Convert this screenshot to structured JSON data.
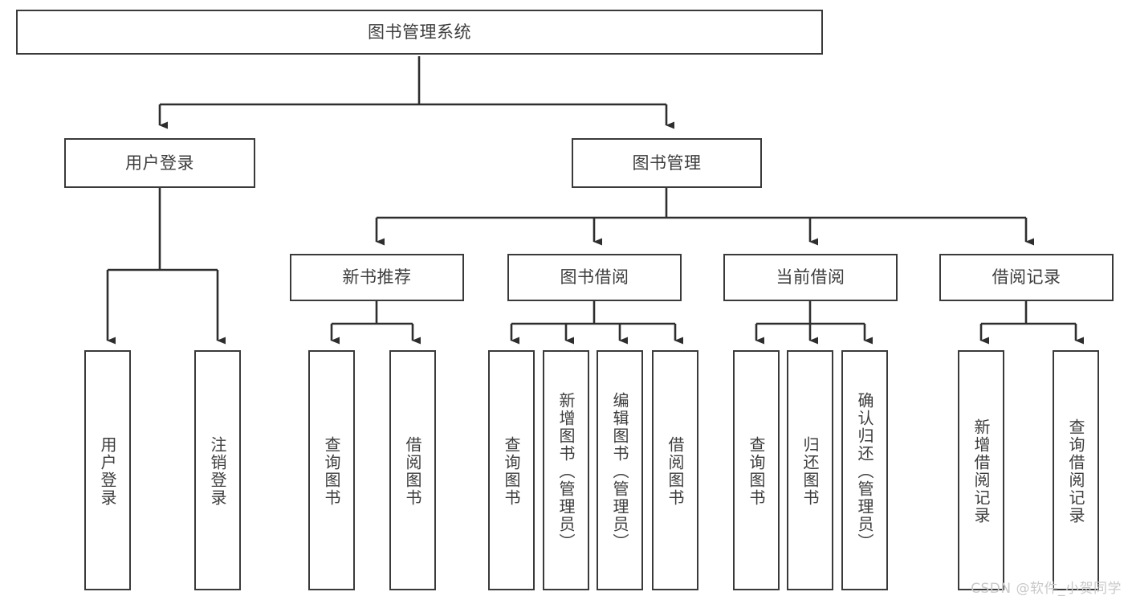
{
  "diagram": {
    "title": "图书管理系统",
    "type": "tree-hierarchy-diagram",
    "colors": {
      "box_border": "#3a3a3a",
      "box_fill": "#ffffff",
      "connector": "#2e2e2e",
      "text": "#3d3d3d",
      "watermark": "#c9c9c9",
      "background": "#ffffff"
    },
    "nodes": {
      "root": {
        "label": "图书管理系统",
        "level": 0,
        "orientation": "horizontal"
      },
      "user_login": {
        "label": "用户登录",
        "level": 1,
        "orientation": "horizontal"
      },
      "book_manage": {
        "label": "图书管理",
        "level": 1,
        "orientation": "horizontal"
      },
      "new_book_rec": {
        "label": "新书推荐",
        "level": 2,
        "orientation": "horizontal"
      },
      "book_borrow": {
        "label": "图书借阅",
        "level": 2,
        "orientation": "horizontal"
      },
      "current_borrow": {
        "label": "当前借阅",
        "level": 2,
        "orientation": "horizontal"
      },
      "borrow_record": {
        "label": "借阅记录",
        "level": 2,
        "orientation": "horizontal"
      },
      "leaf_user_login": {
        "label": "用户登录",
        "level": 3,
        "orientation": "vertical",
        "parent": "user_login"
      },
      "leaf_logout": {
        "label": "注销登录",
        "level": 3,
        "orientation": "vertical",
        "parent": "user_login"
      },
      "leaf_query_book_1": {
        "label": "查询图书",
        "level": 3,
        "orientation": "vertical",
        "parent": "new_book_rec"
      },
      "leaf_borrow_book_1": {
        "label": "借阅图书",
        "level": 3,
        "orientation": "vertical",
        "parent": "new_book_rec"
      },
      "leaf_query_book_2": {
        "label": "查询图书",
        "level": 3,
        "orientation": "vertical",
        "parent": "book_borrow"
      },
      "leaf_add_book": {
        "label": "新增图书（管理员）",
        "level": 3,
        "orientation": "vertical",
        "parent": "book_borrow"
      },
      "leaf_edit_book": {
        "label": "编辑图书（管理员）",
        "level": 3,
        "orientation": "vertical",
        "parent": "book_borrow"
      },
      "leaf_borrow_book_2": {
        "label": "借阅图书",
        "level": 3,
        "orientation": "vertical",
        "parent": "book_borrow"
      },
      "leaf_query_book_3": {
        "label": "查询图书",
        "level": 3,
        "orientation": "vertical",
        "parent": "current_borrow"
      },
      "leaf_return_book": {
        "label": "归还图书",
        "level": 3,
        "orientation": "vertical",
        "parent": "current_borrow"
      },
      "leaf_confirm_return": {
        "label": "确认归还（管理员）",
        "level": 3,
        "orientation": "vertical",
        "parent": "current_borrow"
      },
      "leaf_add_record": {
        "label": "新增借阅记录",
        "level": 3,
        "orientation": "vertical",
        "parent": "borrow_record"
      },
      "leaf_query_record": {
        "label": "查询借阅记录",
        "level": 3,
        "orientation": "vertical",
        "parent": "borrow_record"
      }
    },
    "watermark": "CSDN @软件_小贺同学"
  }
}
